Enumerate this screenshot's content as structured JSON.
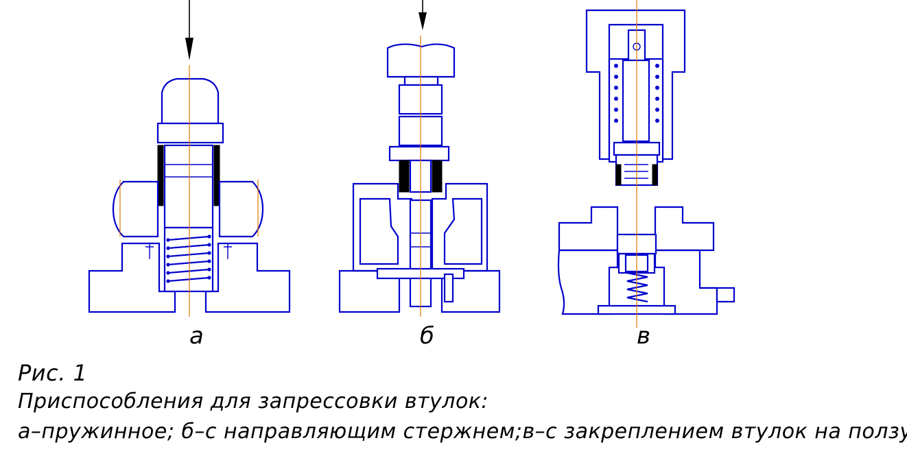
{
  "figure": {
    "number": "Рис. 1",
    "title": "Приспособления для запрессовки втулок:",
    "legend": "а–пружинное; б–с направляющим стержнем;в–с закреплением втулок на ползуне"
  },
  "views": [
    {
      "id": "a",
      "label": "а"
    },
    {
      "id": "b",
      "label": "б"
    },
    {
      "id": "v",
      "label": "в"
    }
  ],
  "colors": {
    "outline": "#0000cc",
    "centerline": "#e07800",
    "bushing": "#000000",
    "arrow": "#000000"
  }
}
